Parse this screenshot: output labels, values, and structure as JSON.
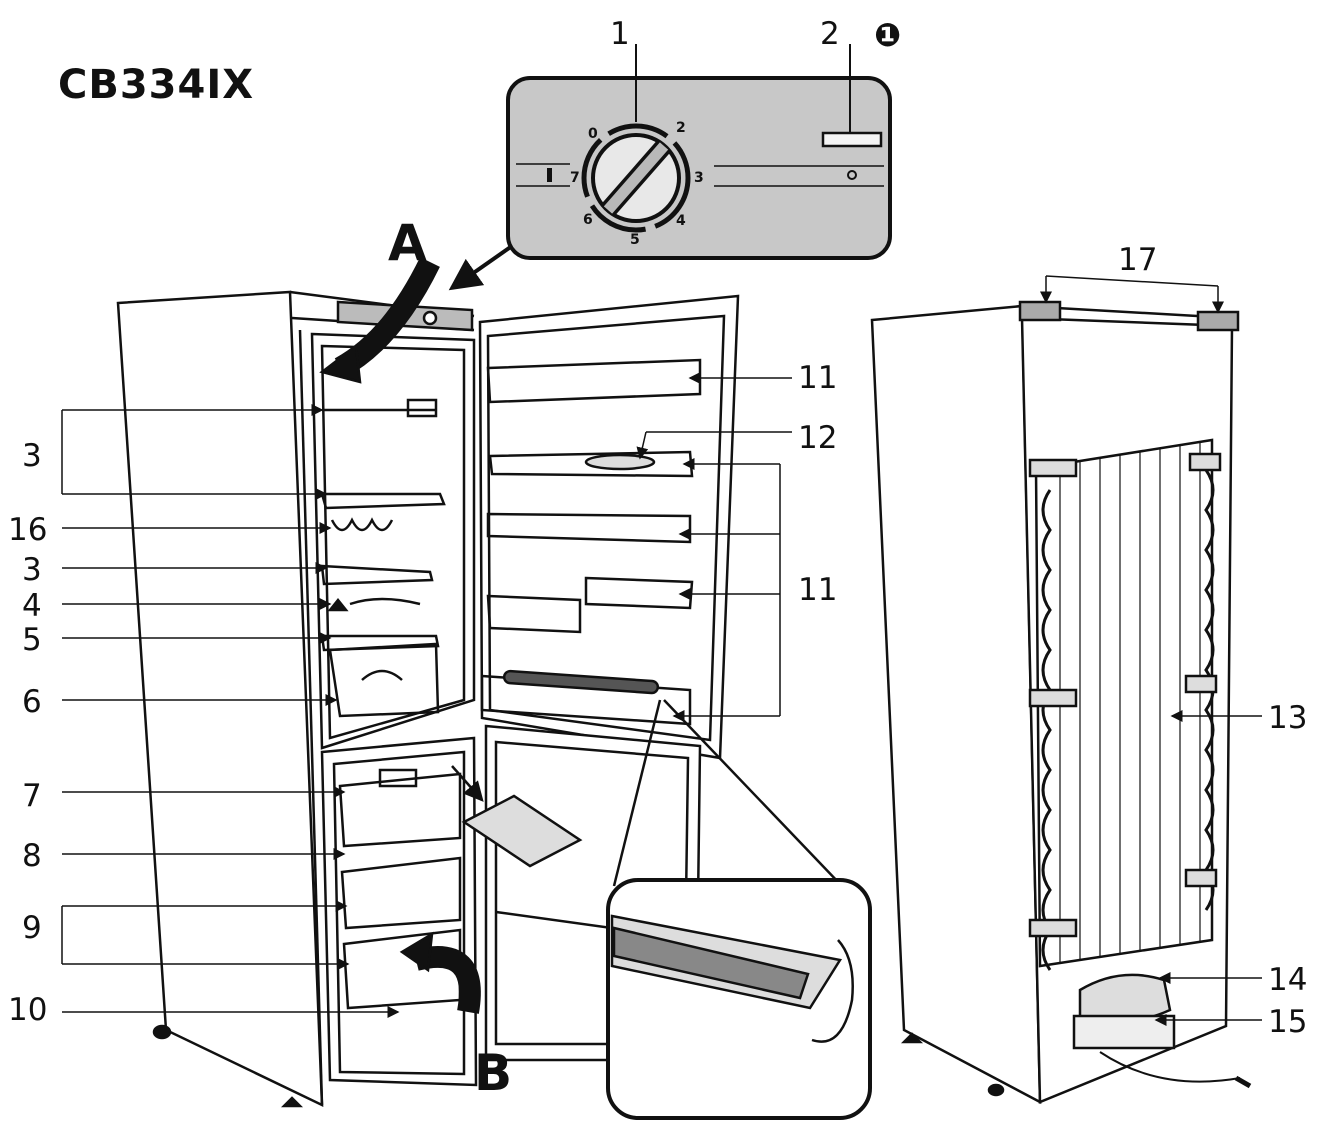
{
  "model": "CB334IX",
  "control_panel": {
    "callout_dial": "1",
    "callout_light": "2",
    "callout_note_symbol": "❶",
    "dial_marks": [
      "0",
      "2",
      "3",
      "4",
      "5",
      "6",
      "7"
    ]
  },
  "arrows": {
    "top": "A",
    "bottom": "B"
  },
  "callouts": {
    "left": [
      "3",
      "16",
      "3",
      "4",
      "5",
      "6",
      "7",
      "8",
      "9",
      "10"
    ],
    "door": [
      "11",
      "12",
      "11"
    ],
    "back": [
      "17",
      "13",
      "14",
      "15"
    ]
  },
  "colors": {
    "panel_gray": "#c8c8c8",
    "line": "#111111",
    "door_gasket": "#555555"
  }
}
